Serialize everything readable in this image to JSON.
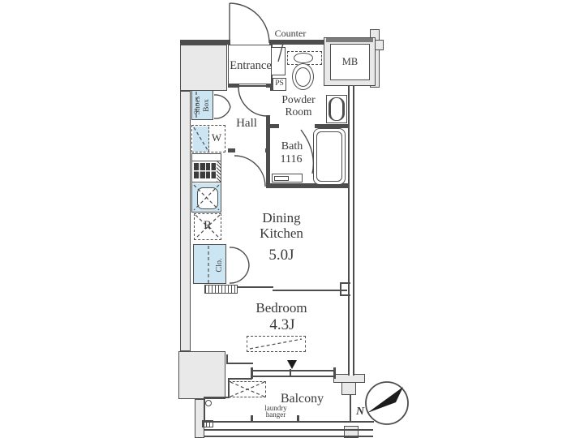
{
  "title": "1K apartment floor plan",
  "colors": {
    "line": "#4d4d4d",
    "wall_fill": "#e9e9e9",
    "fixture_fill": "#cce5f3",
    "ink": "#3a3a3a",
    "arrow": "#1c1c1c"
  },
  "labels": {
    "counter": "Counter",
    "entrance": "Entrance",
    "mb": "MB",
    "ps": "PS",
    "powder_room": "Powder Room",
    "hall": "Hall",
    "shoes_box": "Shoes Box",
    "washer": "W",
    "bath": "Bath",
    "bath_size": "1116",
    "fridge": "R",
    "closet": "Clo.",
    "dining_kitchen": "Dining Kitchen",
    "dining_kitchen_area": "5.0J",
    "bedroom": "Bedroom",
    "bedroom_area": "4.3J",
    "balcony": "Balcony",
    "laundry_hanger": "laundry hanger",
    "north_mark": "N"
  }
}
